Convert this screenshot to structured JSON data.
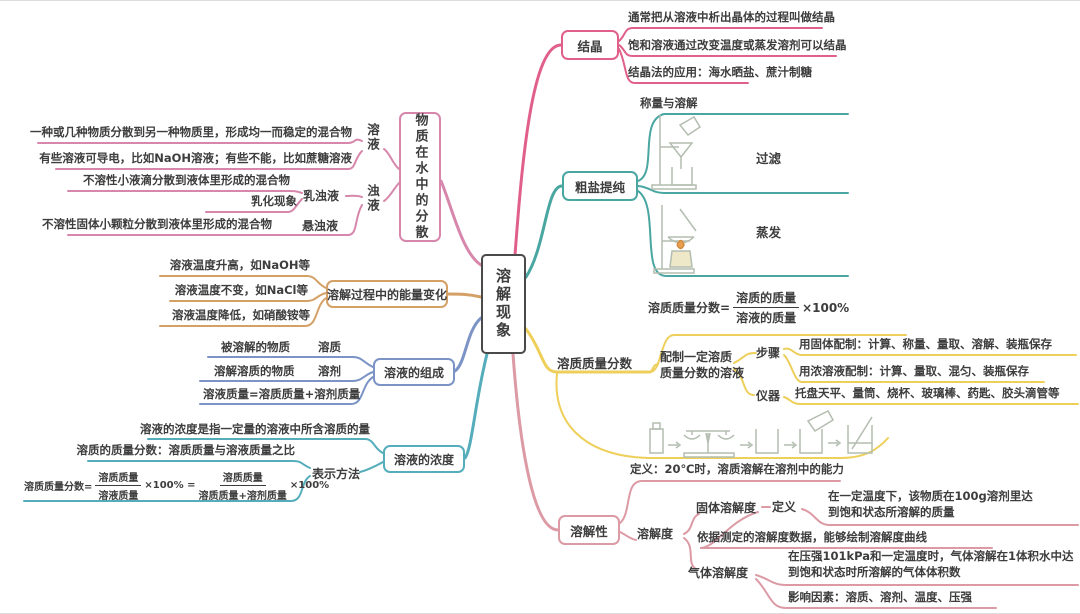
{
  "root": {
    "label": "溶解现象"
  },
  "colors": {
    "crystallization": "#e0608a",
    "salt_purification": "#4aa6a1",
    "mass_fraction": "#eecf5a",
    "solubility": "#dc9aa4",
    "dispersion": "#d787ac",
    "energy": "#d4a066",
    "composition": "#7b93c5",
    "concentration": "#55adbb",
    "text": "#3d3d3d"
  },
  "crystallization": {
    "label": "结晶",
    "leaf1": "通常把从溶液中析出晶体的过程叫做结晶",
    "leaf2": "饱和溶液通过改变温度或蒸发溶剂可以结晶",
    "leaf3": "结晶法的应用：海水晒盐、蔗汁制糖"
  },
  "salt_purification": {
    "label": "粗盐提纯",
    "step1": "称量与溶解",
    "step2": "过滤",
    "step3": "蒸发"
  },
  "mass_fraction": {
    "label": "溶质质量分数",
    "formula": {
      "lhs": "溶质质量分数=",
      "num": "溶质的质量",
      "den": "溶液的质量",
      "suffix": "×100%"
    },
    "preparation": {
      "label_line1": "配制一定溶质",
      "label_line2": "质量分数的溶液",
      "steps_label": "步骤",
      "step_solid": "用固体配制：计算、称量、量取、溶解、装瓶保存",
      "step_concentrated": "用浓溶液配制：计算、量取、混匀、装瓶保存",
      "instruments_label": "仪器",
      "instruments": "托盘天平、量筒、烧杯、玻璃棒、药匙、胶头滴管等"
    }
  },
  "solubility": {
    "label": "溶解性",
    "definition": "定义：20℃时，溶质溶解在溶剂中的能力",
    "degree_label": "溶解度",
    "solid": {
      "label": "固体溶解度",
      "def_label": "定义",
      "def_line1": "在一定温度下，该物质在100g溶剂里达",
      "def_line2": "到饱和状态所溶解的质量",
      "curve": "依据测定的溶解度数据，能够绘制溶解度曲线"
    },
    "gas": {
      "label": "气体溶解度",
      "def_line1": "在压强101kPa和一定温度时，气体溶解在1体积水中达",
      "def_line2": "到饱和状态时所溶解的气体体积数",
      "factors": "影响因素：溶质、溶剂、温度、压强"
    }
  },
  "dispersion": {
    "label": "物质在水中的分散",
    "solution_label": "溶液",
    "solution_leaf1": "一种或几种物质分散到另一种物质里，形成均一而稳定的混合物",
    "solution_leaf2": "有些溶液可导电，比如NaOH溶液；有些不能，比如蔗糖溶液",
    "turbid_label": "浊液",
    "emulsion_label": "乳浊液",
    "emulsion_leaf1": "不溶性小液滴分散到液体里形成的混合物",
    "emulsion_leaf2": "乳化现象",
    "suspension_label": "悬浊液",
    "suspension_leaf": "不溶性固体小颗粒分散到液体里形成的混合物"
  },
  "energy": {
    "label": "溶解过程中的能量变化",
    "leaf1": "溶液温度升高，如NaOH等",
    "leaf2": "溶液温度不变，如NaCl等",
    "leaf3": "溶液温度降低，如硝酸铵等"
  },
  "composition": {
    "label": "溶液的组成",
    "row1_desc": "被溶解的物质",
    "row1_term": "溶质",
    "row2_desc": "溶解溶质的物质",
    "row2_term": "溶剂",
    "row3": "溶液质量=溶质质量+溶剂质量"
  },
  "concentration": {
    "label": "溶液的浓度",
    "leaf1": "溶液的浓度是指一定量的溶液中所含溶质的量",
    "method_label": "表示方法",
    "method_leaf1": "溶质的质量分数：溶质质量与溶液质量之比",
    "formula": {
      "lhs": "溶质质量分数=",
      "num1": "溶质质量",
      "den1": "溶液质量",
      "mid": "×100% =",
      "num2": "溶质质量",
      "den2": "溶质质量+溶剂质量",
      "suffix": "×100%"
    }
  }
}
